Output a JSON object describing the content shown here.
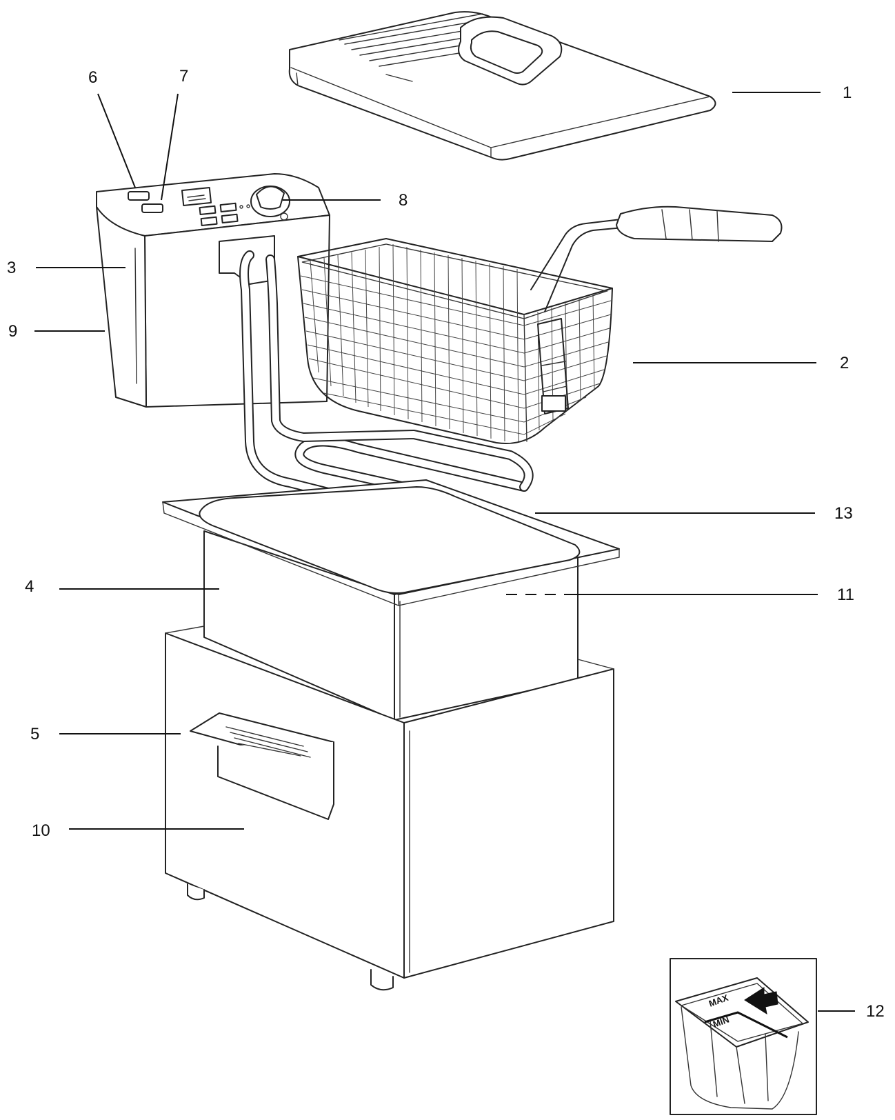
{
  "labels": {
    "l1": "1",
    "l2": "2",
    "l3": "3",
    "l4": "4",
    "l5": "5",
    "l6": "6",
    "l7": "7",
    "l8": "8",
    "l9": "9",
    "l10": "10",
    "l11": "11",
    "l12": "12",
    "l13": "13"
  },
  "inset": {
    "max_text": "MAX",
    "min_text": "MIN"
  }
}
